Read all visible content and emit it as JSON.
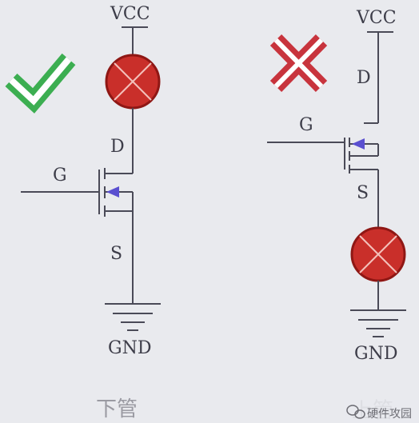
{
  "colors": {
    "background": "#e9eaee",
    "wire": "#4a4a57",
    "arrow": "#5a4fd0",
    "lamp_fill": "#c92f2a",
    "lamp_ring": "#8f1714",
    "check_green": "#3cae51",
    "cross_red": "#c8343d"
  },
  "left_circuit": {
    "vcc": "VCC",
    "gate": "G",
    "drain": "D",
    "source": "S",
    "gnd": "GND",
    "caption": "下管",
    "status_icon": "checkmark-icon"
  },
  "right_circuit": {
    "vcc": "VCC",
    "gate": "G",
    "drain": "D",
    "source": "S",
    "gnd": "GND",
    "caption": "上管",
    "status_icon": "cross-icon"
  },
  "watermark": {
    "text": "硬件攻园",
    "icon": "wechat-icon"
  }
}
